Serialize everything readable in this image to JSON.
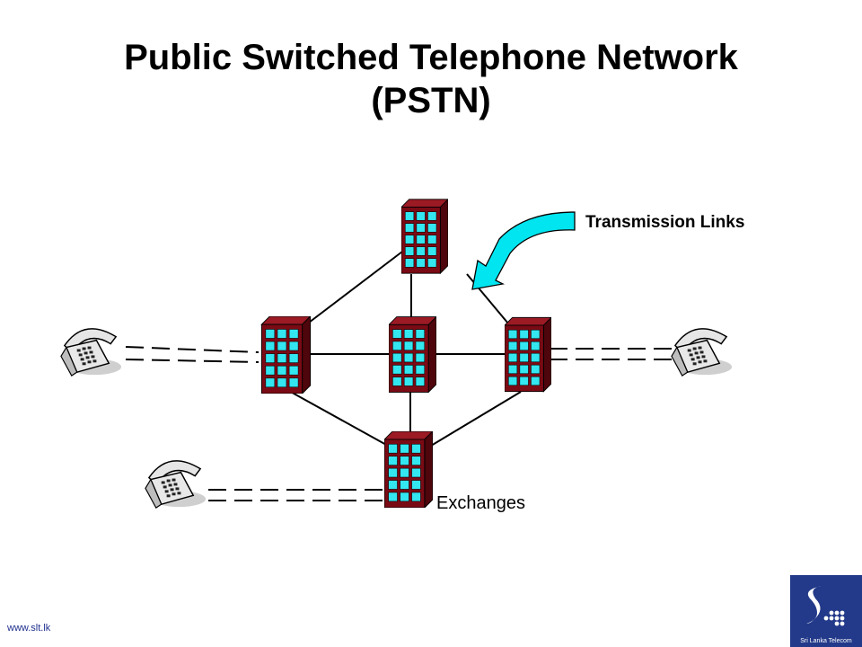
{
  "title": {
    "line1": "Public Switched Telephone Network",
    "line2": "(PSTN)"
  },
  "labels": {
    "transmission_links": "Transmission Links",
    "exchanges": "Exchanges"
  },
  "footer": {
    "url": "www.slt.lk",
    "logo_text": "Sri Lanka Telecom"
  },
  "colors": {
    "building": "#7a0a14",
    "building_dark": "#4e050b",
    "window": "#33e6f0",
    "arrow": "#00e5f0",
    "logo_bg": "#233a8a"
  },
  "icons": [
    "telephone-icon",
    "exchange-building-icon",
    "arrow-icon",
    "sri-lanka-telecom-logo"
  ]
}
